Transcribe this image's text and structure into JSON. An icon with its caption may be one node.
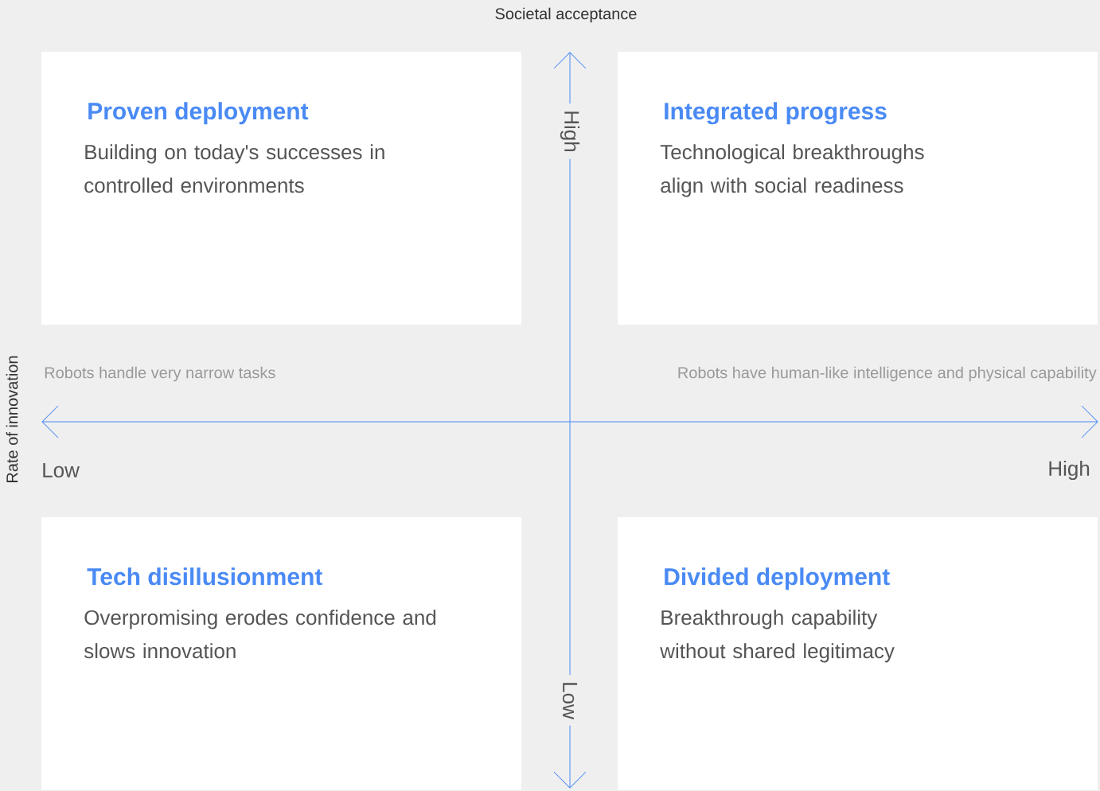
{
  "diagram": {
    "nodes": [
      {
        "text": [
          "Proven deployment",
          "Building on today's successes in controlled environments"
        ]
      },
      {
        "text": [
          "Integrated progress",
          "Technological breakthroughs align with social readiness"
        ]
      },
      {
        "text": [
          "Tech disillusionment",
          "Overpromising erodes confidence and slows innovation"
        ]
      },
      {
        "text": [
          "Divided deployment",
          "Breakthrough capability without shared legitimacy"
        ]
      }
    ],
    "edges": [],
    "labels": [
      "Societal acceptance",
      "High",
      "Rate of innovation",
      "Robots handle very narrow tasks",
      "Robots have human-like intelligence and physical capability",
      "Low",
      "High",
      "Low"
    ]
  }
}
